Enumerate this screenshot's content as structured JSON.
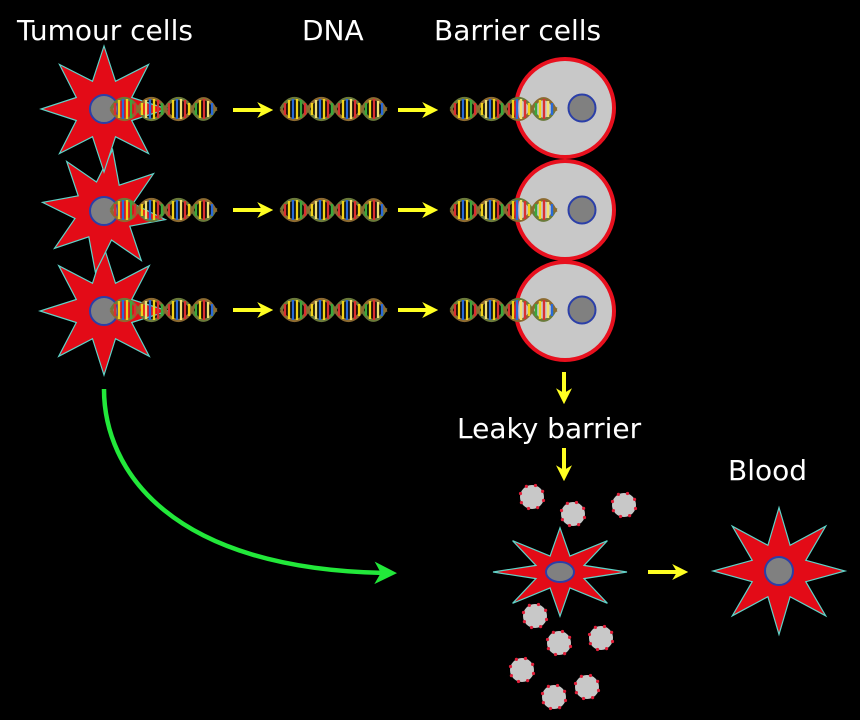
{
  "labels": {
    "tumour_cells": "Tumour cells",
    "dna": "DNA",
    "barrier_cells": "Barrier cells",
    "leaky_barrier": "Leaky barrier",
    "blood": "Blood"
  },
  "colors": {
    "background": "#000000",
    "tumour_fill": "#e30b17",
    "tumour_outline": "#5fd3c8",
    "nucleus_fill": "#808080",
    "nucleus_outline": "#2b3fa8",
    "barrier_fill": "#c8c8c8",
    "barrier_outline": "#e8101e",
    "flow_arrow": "#ffff22",
    "metastasis_arrow": "#22e83a",
    "debris_fill": "#c8c8c8",
    "debris_dots": "#e0203a"
  },
  "rows": [
    {
      "tumour": "tumour-cell-1",
      "dna_steps": 3,
      "barrier": "barrier-cell-1"
    },
    {
      "tumour": "tumour-cell-2",
      "dna_steps": 3,
      "barrier": "barrier-cell-2"
    },
    {
      "tumour": "tumour-cell-3",
      "dna_steps": 3,
      "barrier": "barrier-cell-3"
    }
  ],
  "debris_count": 9
}
